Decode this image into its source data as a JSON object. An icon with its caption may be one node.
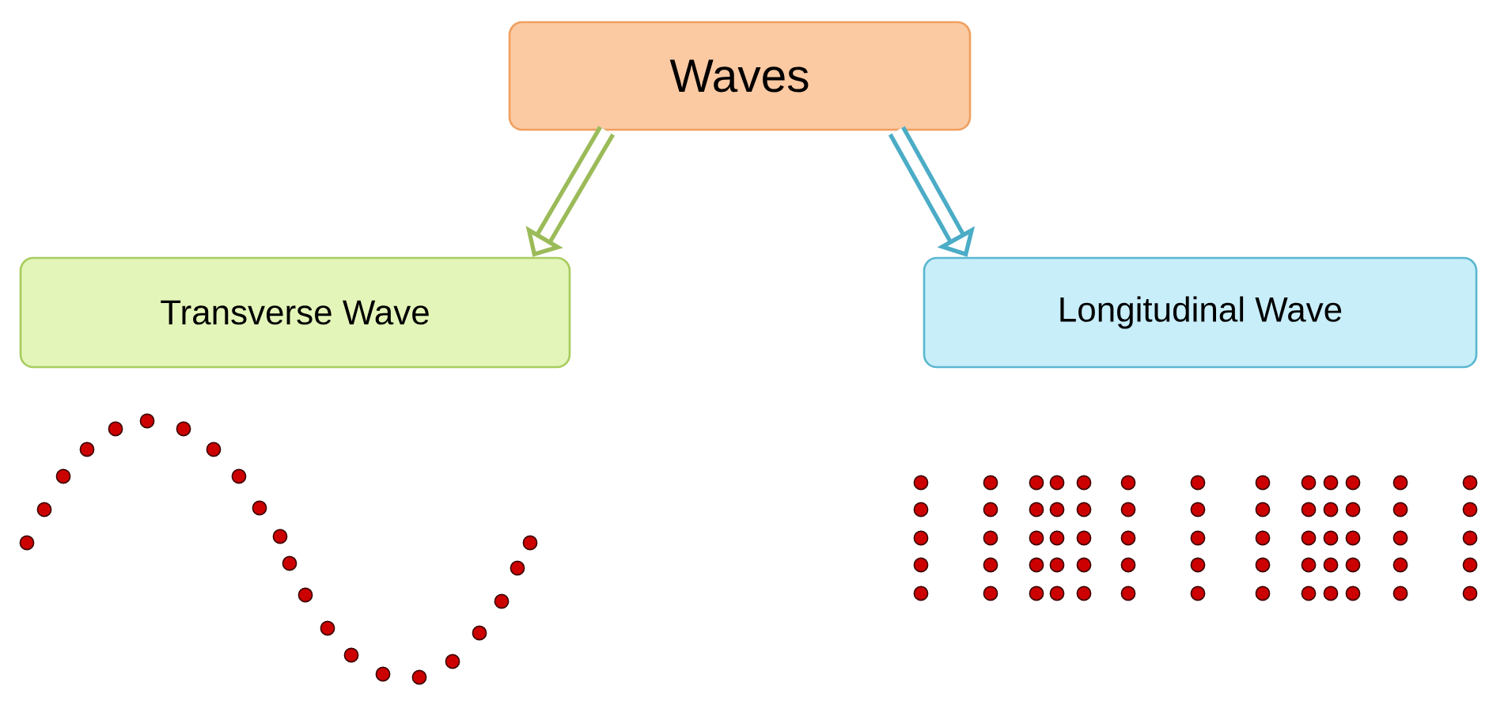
{
  "diagram": {
    "nodes": [
      {
        "text": [
          "Waves"
        ]
      },
      {
        "text": [
          "Transverse Wave"
        ]
      },
      {
        "text": [
          "Longitudinal Wave"
        ]
      }
    ],
    "edges": [
      {
        "from": 0,
        "to": 1,
        "arrow": "to",
        "color": "#9bbb59"
      },
      {
        "from": 0,
        "to": 2,
        "arrow": "to",
        "color": "#4bacc6"
      }
    ]
  }
}
